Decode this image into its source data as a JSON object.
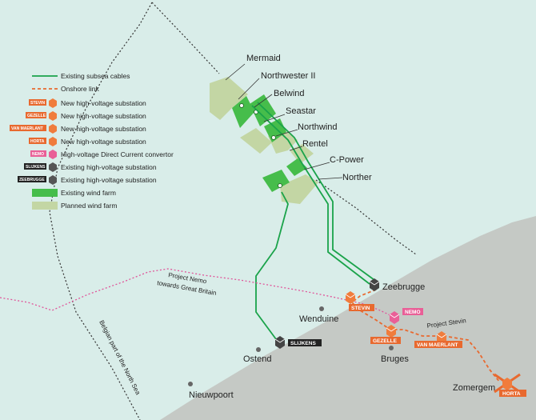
{
  "colors": {
    "sea": "#d9ede9",
    "land": "#c5c9c5",
    "existing_farm": "#46bd4b",
    "planned_farm": "#c3d6a4",
    "cable": "#1aa34a",
    "onshore": "#e8692f",
    "new_sub": "#f07c3c",
    "hvdc": "#e95f97",
    "existing_sub": "#444444"
  },
  "legend": {
    "items": [
      {
        "label": "Existing subsea cables",
        "icon": "green-line-icon"
      },
      {
        "label": "Onshore link",
        "icon": "orange-dash-icon"
      },
      {
        "label": "New high-voltage substation",
        "tag": "STEVIN",
        "icon": "orange-cube-icon"
      },
      {
        "label": "New high-voltage substation",
        "tag": "GEZELLE",
        "icon": "orange-cube-icon"
      },
      {
        "label": "New high-voltage substation",
        "tag": "VAN MAERLANT",
        "icon": "orange-cube-icon"
      },
      {
        "label": "New high-voltage substation",
        "tag": "HORTA",
        "icon": "orange-cube-icon"
      },
      {
        "label": "High-voltage Direct Current convertor",
        "tag": "NEMO",
        "icon": "pink-cube-icon"
      },
      {
        "label": "Existing high-voltage substation",
        "tag": "SLIJKENS",
        "icon": "grey-cube-icon"
      },
      {
        "label": "Existing high-voltage substation",
        "tag": "ZEEBRUGGE",
        "icon": "grey-cube-icon"
      },
      {
        "label": "Existing wind farm",
        "icon": "green-box-icon"
      },
      {
        "label": "Planned wind farm",
        "icon": "olive-box-icon"
      }
    ]
  },
  "wind_farms": {
    "mermaid": "Mermaid",
    "northwester": "Northwester II",
    "belwind": "Belwind",
    "seastar": "Seastar",
    "northwind": "Northwind",
    "rentel": "Rentel",
    "cpower": "C-Power",
    "norther": "Norther"
  },
  "places": {
    "zeebrugge": "Zeebrugge",
    "wenduine": "Wenduine",
    "ostend": "Ostend",
    "bruges": "Bruges",
    "nieuwpoort": "Nieuwpoort",
    "zomergem": "Zomergem"
  },
  "tags": {
    "stevin": "STEVIN",
    "nemo": "NEMO",
    "gezelle": "GEZELLE",
    "van_maerlant": "VAN MAERLANT",
    "slijkens": "SLIJKENS",
    "horta": "HORTA"
  },
  "route_labels": {
    "project_nemo_1": "Project Nemo",
    "project_nemo_2": "towards Great Britain",
    "project_stevin": "Project Stevin",
    "belgian_sea": "Belgian part of the North Sea"
  }
}
